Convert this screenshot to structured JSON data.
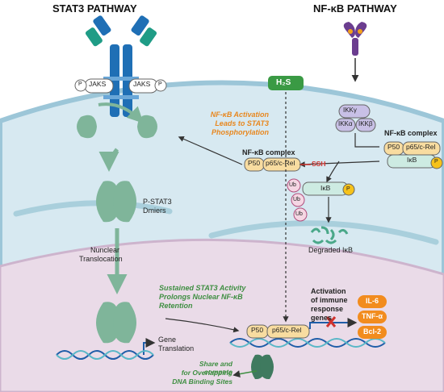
{
  "stat3": {
    "title": "STAT3 PATHWAY",
    "jak_left": "JAKS",
    "jak_right": "JAKS",
    "p_label": "P",
    "pstat3_line1": "P-STAT3",
    "pstat3_line2": "Dmiers",
    "nuclear_line1": "Nunclear",
    "nuclear_line2": "Translocation",
    "gene_line1": "Gene",
    "gene_line2": "Translation"
  },
  "nfkb": {
    "title": "NF-κB PATHWAY",
    "ikk_gamma": "IKKγ",
    "ikk_alpha": "IKKα",
    "ikk_beta": "IKKβ",
    "complex_label_right": "NF-κB complex",
    "complex_label_left": "NF-κB complex",
    "p50": "P50",
    "p65": "p65/c-Rel",
    "ikb": "IκB",
    "ub": "Ub",
    "degraded": "Degraded IκB",
    "ssh": "SSH",
    "h2s": "H₂S"
  },
  "annotations": {
    "activation_line1": "NF-κB Activation",
    "activation_line2": "Leads to STAT3",
    "activation_line3": "Phosphorylation",
    "sustained_line1": "Sustained STAT3 Activity",
    "sustained_line2": "Prolongs Nuclear NF-κB",
    "sustained_line3": "Retention",
    "immune_line1": "Activation",
    "immune_line2": "of immune",
    "immune_line3": "response",
    "immune_line4": "genes",
    "compete_line1": "Share and compete",
    "compete_line2": "for Overlapping",
    "compete_line3": "DNA Binding Sites"
  },
  "cytokines": [
    "IL-6",
    "TNF-α",
    "Bcl-2"
  ],
  "colors": {
    "cytoplasm": "#d6e9f2",
    "nucleus": "#e8d7e6",
    "stat3_green": "#7fb59a",
    "receptor_blue": "#1f6fb5",
    "receptor_teal": "#1f9c86",
    "orange": "#e8871e",
    "green_text": "#3e8e41",
    "cytokine": "#f28c1e",
    "inhibit_red": "#d0322d"
  }
}
